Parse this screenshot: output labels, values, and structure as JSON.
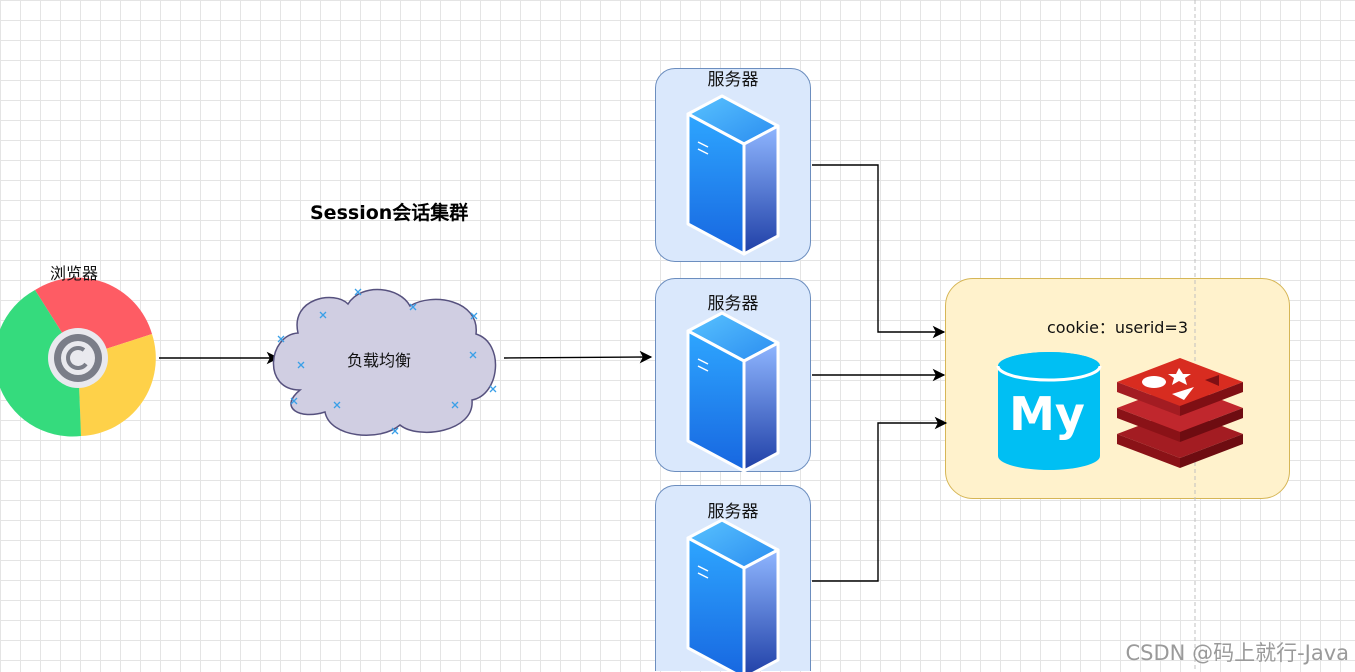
{
  "diagram": {
    "title": "Session会话集群",
    "browser": {
      "label": "浏览器",
      "icon": "chrome-browser-icon"
    },
    "load_balancer": {
      "label": "负载均衡",
      "shape": "cloud",
      "fill": "#d0cee2",
      "stroke": "#56517e"
    },
    "servers": [
      {
        "label": "服务器"
      },
      {
        "label": "服务器"
      },
      {
        "label": "服务器"
      }
    ],
    "storage": {
      "label": "cookie：userid=3",
      "items": [
        {
          "icon": "mysql-icon"
        },
        {
          "icon": "redis-icon"
        }
      ],
      "fill": "#fff2cc",
      "stroke": "#d6b656"
    }
  },
  "watermark": "CSDN @码上就行-Java"
}
